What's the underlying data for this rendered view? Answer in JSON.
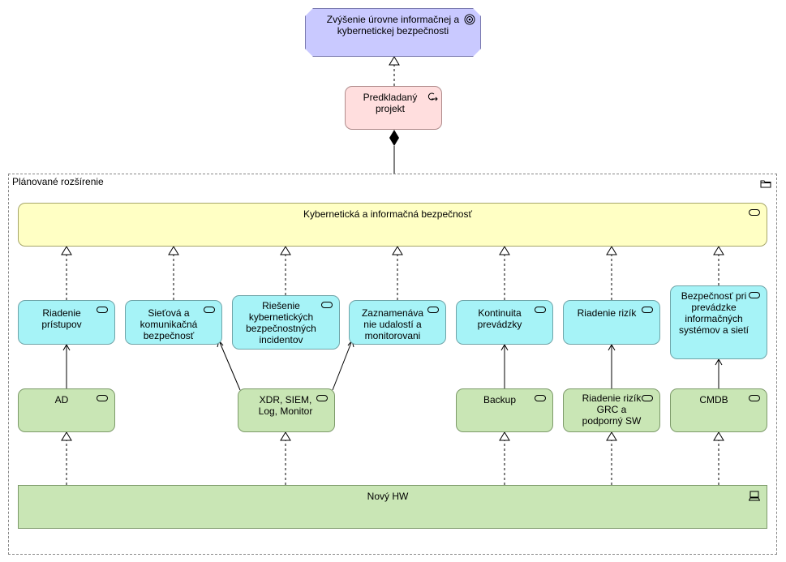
{
  "goal": {
    "label": "Zvýšenie úrovne informačnej a kybernetickej bezpečnosti",
    "icon": "goal-target-icon"
  },
  "project": {
    "label": "Predkladaný projekt",
    "icon": "work-package-icon"
  },
  "group": {
    "label": "Plánované rozšírenie",
    "icon": "folder-icon"
  },
  "business_service": {
    "label": "Kybernetická a informačná bezpečnosť"
  },
  "services": [
    {
      "label": "Riadenie prístupov"
    },
    {
      "label": "Sieťová a komunikačná bezpečnosť"
    },
    {
      "label": "Riešenie kybernetických bezpečnostných incidentov"
    },
    {
      "label": "Zaznamenáva nie udalostí a monitorovani"
    },
    {
      "label": "Kontinuita prevádzky"
    },
    {
      "label": "Riadenie rizík"
    },
    {
      "label": "Bezpečnosť pri prevádzke informačných systémov a sietí"
    }
  ],
  "app_services": [
    {
      "label": "AD"
    },
    {
      "label": "XDR, SIEM, Log, Monitor"
    },
    {
      "label": "Backup"
    },
    {
      "label": "Riadenie rizík GRC a podporný SW"
    },
    {
      "label": "CMDB"
    }
  ],
  "hw": {
    "label": "Nový HW",
    "icon": "device-icon"
  },
  "colors": {
    "goal": "#c9c9ff",
    "project": "#ffdede",
    "business": "#ffffc4",
    "service": "#a6f3f7",
    "application": "#c9e6b5"
  }
}
